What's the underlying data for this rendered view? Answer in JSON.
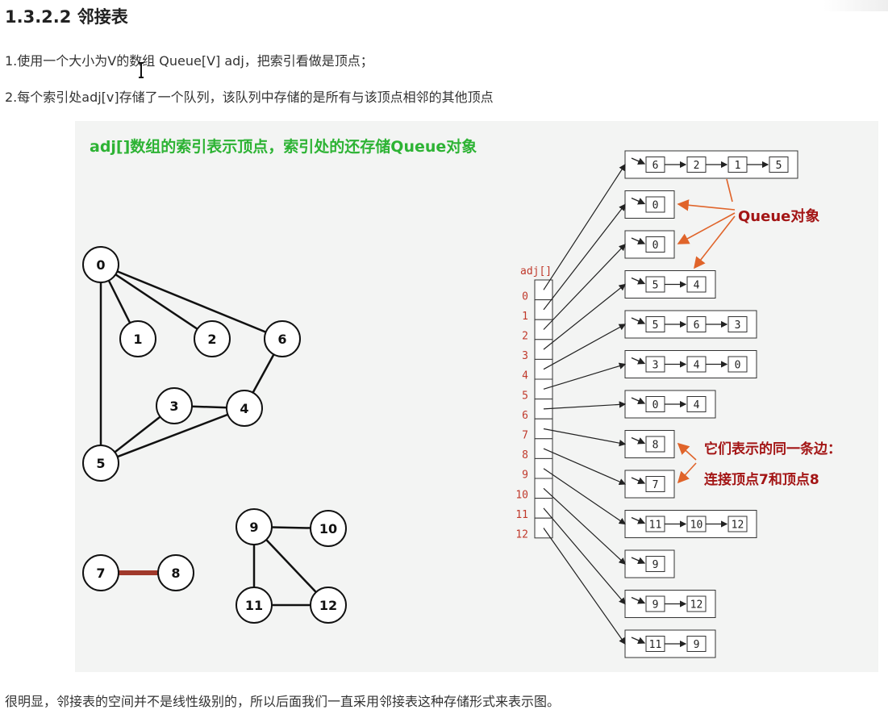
{
  "heading": "1.3.2.2 邻接表",
  "paragraph1": "1.使用一个大小为V的数组 Queue[V] adj，把索引看做是顶点；",
  "paragraph2": "2.每个索引处adj[v]存储了一个队列，该队列中存储的是所有与该顶点相邻的其他顶点",
  "paragraph3": "很明显，邻接表的空间并不是线性级别的，所以后面我们一直采用邻接表这种存储形式来表示图。",
  "figure": {
    "caption": "adj[]数组的索引表示顶点，索引处的还存储Queue对象",
    "array_label": "adj[]",
    "indices": [
      "0",
      "1",
      "2",
      "3",
      "4",
      "5",
      "6",
      "7",
      "8",
      "9",
      "10",
      "11",
      "12"
    ],
    "queues": [
      [
        "6",
        "2",
        "1",
        "5"
      ],
      [
        "0"
      ],
      [
        "0"
      ],
      [
        "5",
        "4"
      ],
      [
        "5",
        "6",
        "3"
      ],
      [
        "3",
        "4",
        "0"
      ],
      [
        "0",
        "4"
      ],
      [
        "8"
      ],
      [
        "7"
      ],
      [
        "11",
        "10",
        "12"
      ],
      [
        "9"
      ],
      [
        "9",
        "12"
      ],
      [
        "11",
        "9"
      ]
    ],
    "queue_annotation": "Queue对象",
    "edge_annotation_line1": "它们表示的同一条边：",
    "edge_annotation_line2": "连接顶点7和顶点8",
    "graph_nodes": [
      "0",
      "1",
      "2",
      "3",
      "4",
      "5",
      "6",
      "7",
      "8",
      "9",
      "10",
      "11",
      "12"
    ],
    "graph_edges": [
      [
        "0",
        "1"
      ],
      [
        "0",
        "2"
      ],
      [
        "0",
        "6"
      ],
      [
        "0",
        "5"
      ],
      [
        "6",
        "4"
      ],
      [
        "3",
        "4"
      ],
      [
        "3",
        "5"
      ],
      [
        "4",
        "5"
      ],
      [
        "7",
        "8"
      ],
      [
        "9",
        "10"
      ],
      [
        "9",
        "11"
      ],
      [
        "9",
        "12"
      ],
      [
        "11",
        "12"
      ]
    ],
    "highlighted_edge": [
      "7",
      "8"
    ],
    "colors": {
      "caption": "#2db334",
      "annotation": "#a31515",
      "arrow_accent": "#e0642a",
      "index_labels": "#c0392b",
      "highlight_edge": "#a0392b"
    }
  }
}
